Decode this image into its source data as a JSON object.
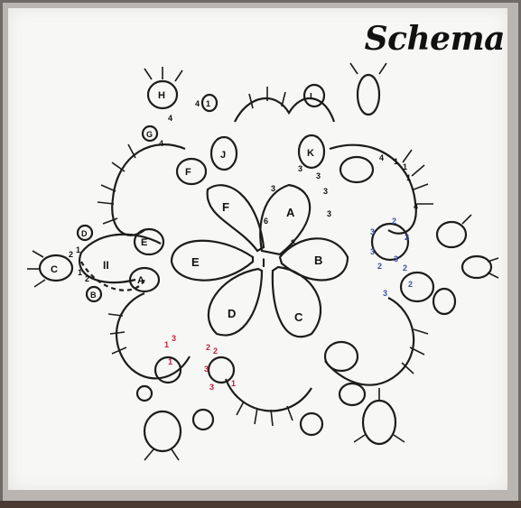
{
  "title": "Schema",
  "colors": {
    "ink": "#1c1c1c",
    "blue_counts": "#3a52a8",
    "red_counts": "#c0203c"
  },
  "center_label": "I",
  "inner_rings": [
    "A",
    "B",
    "C",
    "D",
    "E",
    "F"
  ],
  "outer_ring_labels": [
    "F",
    "J",
    "K",
    "E",
    "A",
    "H",
    "G",
    "L",
    "D",
    "B",
    "C"
  ],
  "chain_label": "II",
  "stitch_counts_black": [
    "4",
    "4",
    "4",
    "4",
    "3",
    "3",
    "3",
    "3",
    "6",
    "8",
    "1",
    "2",
    "1",
    "2",
    "1",
    "3",
    "4",
    "1",
    "1",
    "1"
  ],
  "stitch_counts_blue": [
    "2",
    "3",
    "2",
    "3",
    "2",
    "2",
    "3",
    "3",
    "2"
  ],
  "stitch_counts_red": [
    "1",
    "3",
    "2",
    "2",
    "3",
    "1",
    "3",
    "1"
  ]
}
